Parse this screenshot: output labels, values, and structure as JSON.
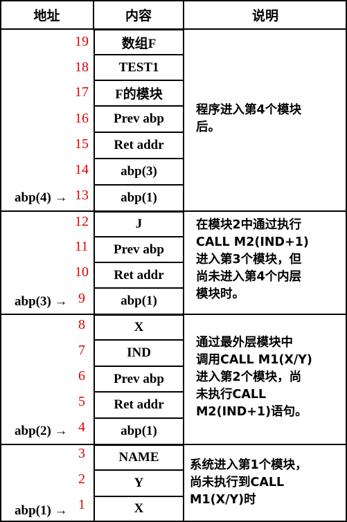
{
  "header": {
    "address": "地址",
    "content": "内容",
    "description": "说明"
  },
  "groups": [
    {
      "addresses": [
        "19",
        "18",
        "17",
        "16",
        "15",
        "14",
        "13"
      ],
      "cells": [
        "数组F",
        "TEST1",
        "F的模块",
        "Prev abp",
        "Ret addr",
        "abp(3)",
        "abp(1)"
      ],
      "abp_label": "abp(4) →",
      "description": [
        "程序进入第4个模块",
        "后。"
      ]
    },
    {
      "addresses": [
        "12",
        "11",
        "10",
        "9"
      ],
      "cells": [
        "J",
        "Prev abp",
        "Ret addr",
        "abp(1)"
      ],
      "abp_label": "abp(3) →",
      "description": [
        "在模块2中通过执行",
        "CALL M2(IND+1)",
        "进入第3个模块，但",
        "尚未进入第4个内层",
        "模块时。"
      ]
    },
    {
      "addresses": [
        "8",
        "7",
        "6",
        "5",
        "4"
      ],
      "cells": [
        "X",
        "IND",
        "Prev abp",
        "Ret addr",
        "abp(1)"
      ],
      "abp_label": "abp(2) →",
      "description": [
        "通过最外层模块中",
        "调用CALL M1(X/Y)",
        "进入第2个模块，尚",
        "未执行CALL",
        "M2(IND+1)语句。"
      ]
    },
    {
      "addresses": [
        "3",
        "2",
        "1"
      ],
      "cells": [
        "NAME",
        "Y",
        "X"
      ],
      "abp_label": "abp(1) →",
      "description": [
        "系统进入第1个模块，",
        "尚未执行到CALL",
        "M1(X/Y)时"
      ]
    }
  ],
  "colors": {
    "grid": "#000000",
    "address_numbers": "#e00000",
    "text": "#000000"
  }
}
